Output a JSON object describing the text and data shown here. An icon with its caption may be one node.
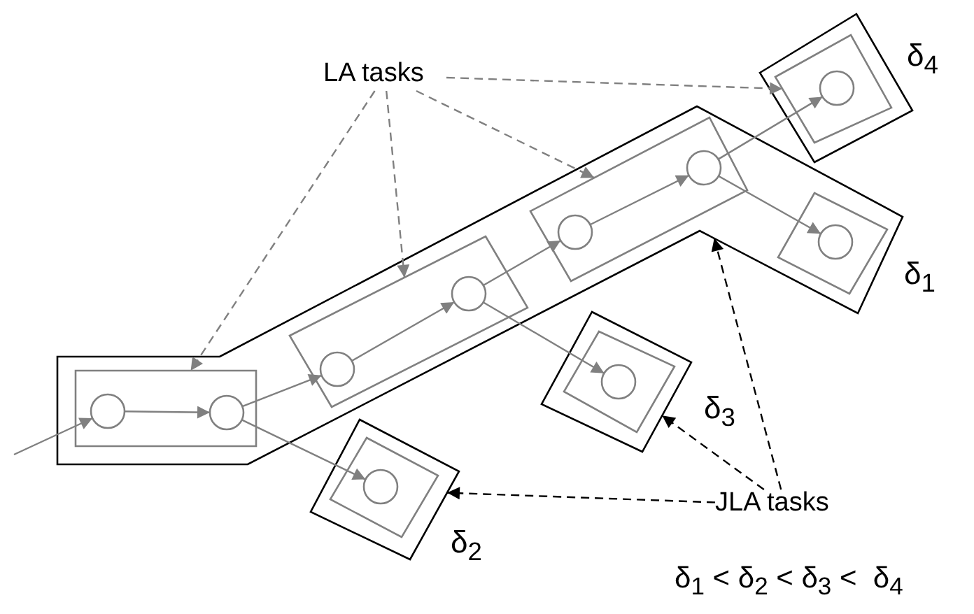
{
  "diagram": {
    "nodes": [
      {
        "text": [
          "δ$_{1}$"
        ]
      },
      {
        "text": [],
        "shape": "box",
        "in": 0
      },
      {
        "text": [],
        "shape": "circle",
        "in": 1
      },
      {
        "text": [],
        "shape": "circle",
        "in": 1
      },
      {
        "text": [],
        "shape": "box",
        "in": 0
      },
      {
        "text": [],
        "shape": "circle",
        "in": 4
      },
      {
        "text": [],
        "shape": "circle",
        "in": 4
      },
      {
        "text": [],
        "shape": "box",
        "in": 0
      },
      {
        "text": [],
        "shape": "circle",
        "in": 7
      },
      {
        "text": [],
        "shape": "circle",
        "in": 7
      },
      {
        "text": [],
        "shape": "box",
        "in": 0
      },
      {
        "text": [],
        "shape": "circle",
        "in": 10
      },
      {
        "text": [
          "δ$_{4}$"
        ]
      },
      {
        "text": [],
        "shape": "box",
        "in": 12
      },
      {
        "text": [],
        "shape": "circle",
        "in": 13
      },
      {
        "text": [
          "δ$_{3}$"
        ]
      },
      {
        "text": [],
        "shape": "box",
        "in": 15
      },
      {
        "text": [],
        "shape": "circle",
        "in": 16
      },
      {
        "text": [
          "δ$_{2}$"
        ]
      },
      {
        "text": [],
        "shape": "box",
        "in": 18
      },
      {
        "text": [],
        "shape": "circle",
        "in": 19
      },
      {
        "text": [
          "LA tasks"
        ]
      },
      {
        "text": [
          "JLA tasks"
        ]
      }
    ],
    "edges": [
      {
        "from": null,
        "to": 2,
        "arrow": "to"
      },
      {
        "from": 2,
        "to": 3,
        "arrow": "to"
      },
      {
        "from": 3,
        "to": 5,
        "arrow": "to"
      },
      {
        "from": 5,
        "to": 6,
        "arrow": "to"
      },
      {
        "from": 6,
        "to": 8,
        "arrow": "to"
      },
      {
        "from": 8,
        "to": 9,
        "arrow": "to"
      },
      {
        "from": 9,
        "to": 14,
        "arrow": "to"
      },
      {
        "from": 9,
        "to": 11,
        "arrow": "to"
      },
      {
        "from": 6,
        "to": 17,
        "arrow": "to"
      },
      {
        "from": 3,
        "to": 20,
        "arrow": "to"
      },
      {
        "from": 21,
        "to": 1,
        "arrow": "to",
        "style": "dashed"
      },
      {
        "from": 21,
        "to": 4,
        "arrow": "to",
        "style": "dashed"
      },
      {
        "from": 21,
        "to": 7,
        "arrow": "to",
        "style": "dashed"
      },
      {
        "from": 21,
        "to": 13,
        "arrow": "to",
        "style": "dashed"
      },
      {
        "from": 22,
        "to": 0,
        "arrow": "to",
        "style": "dashed",
        "color": "#000000"
      },
      {
        "from": 22,
        "to": 15,
        "arrow": "to",
        "style": "dashed",
        "color": "#000000"
      },
      {
        "from": 22,
        "to": 18,
        "arrow": "to",
        "style": "dashed",
        "color": "#000000"
      }
    ],
    "labels": [
      "δ$_{1}$ < δ$_{2}$ < δ$_{3}$ <  δ$_{4}$"
    ]
  }
}
